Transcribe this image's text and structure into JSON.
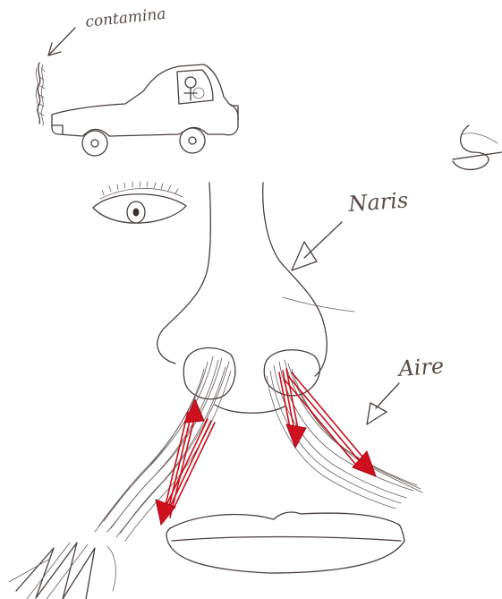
{
  "labels": {
    "car_label": "contamina",
    "nose_label": "Naris",
    "air_label": "Aire"
  },
  "colors": {
    "ink": "#4a3f3c",
    "air_arrow": "#c8101e",
    "background": "#ffffff"
  }
}
